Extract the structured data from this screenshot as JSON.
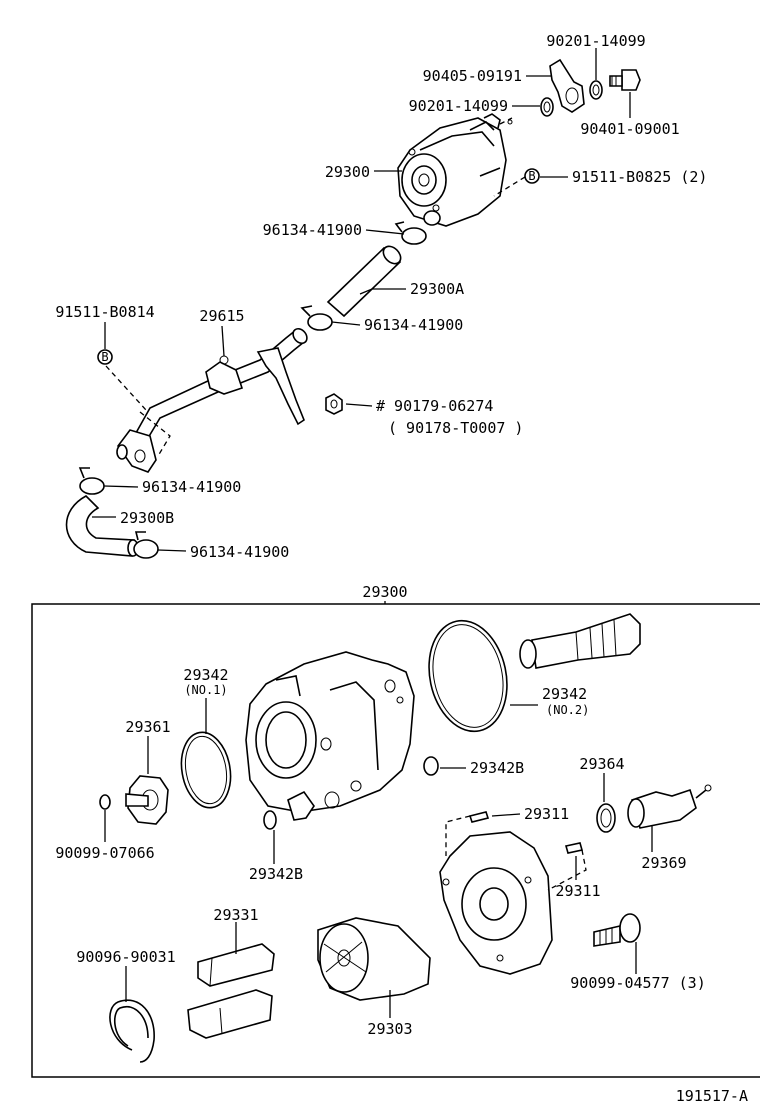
{
  "callouts": {
    "washer_top": "90201-14099",
    "union_bolt": "90405-09191",
    "washer_mid": "90201-14099",
    "banjo_bolt": "90401-09001",
    "pump_assy": "29300",
    "bolt_b_qty": "91511-B0825 (2)",
    "clamp_1": "96134-41900",
    "hose_a": "29300A",
    "clamp_2": "96134-41900",
    "bolt_b": "91511-B0814",
    "pipe": "29615",
    "nut": "# 90179-06274",
    "nut_alt": "( 90178-T0007 )",
    "clamp_3": "96134-41900",
    "hose_b": "29300B",
    "clamp_4": "96134-41900",
    "box_title": "29300",
    "oring_no1": "29342",
    "oring_no1_sub": "(NO.1)",
    "oring_no2": "29342",
    "oring_no2_sub": "(NO.2)",
    "rotor_shaft": "29361",
    "oring_b_right": "29342B",
    "seal": "29364",
    "pin_upper": "29311",
    "ring_small": "90099-07066",
    "oring_b_lower": "29342B",
    "check_valve": "29369",
    "pin_lower": "29311",
    "vane": "29331",
    "snap_ring": "90096-90031",
    "bolt_qty": "90099-04577 (3)",
    "rotor": "29303",
    "b_marker": "B",
    "figure_id": "191517-A"
  }
}
